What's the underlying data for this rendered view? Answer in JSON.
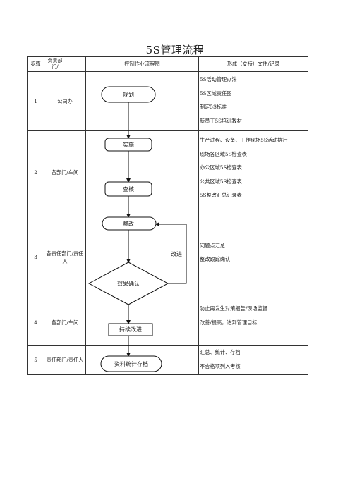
{
  "title": "5S管理流程",
  "header": {
    "step": "步骤",
    "owner": "负责部门/",
    "flow": "控制作业流程图",
    "docs": "形成（支持）文件/记录"
  },
  "rows": [
    {
      "step": "1",
      "owner": "公司办",
      "docs": [
        "5S活动管理办法",
        "5S区域责任图",
        "制定5S标准",
        "新员工5S培训教材"
      ]
    },
    {
      "step": "2",
      "owner": "各部门/车间",
      "docs": [
        "生产过程、设备、工作现场5S活动执行",
        "现场各区域5S检查表",
        "办公区域5S检查表",
        "公共区域5S检查表",
        "5S整改汇总记录表"
      ]
    },
    {
      "step": "3",
      "owner": "各责任部门/责任人",
      "docs": [
        "问题点汇总",
        "整改跟踪确认"
      ]
    },
    {
      "step": "4",
      "owner": "各部门/车间",
      "docs": [
        "防止再发生对策报告/现场监督",
        "改善/提高，达到管理目标"
      ]
    },
    {
      "step": "5",
      "owner": "责任部门/责任人",
      "docs": [
        "汇总、统计、存档",
        "不合格项列入考核"
      ]
    }
  ],
  "flow": {
    "plan": "规划",
    "implement": "实施",
    "check": "查核",
    "rectify": "整改",
    "improve_label": "改进",
    "confirm": "效果确认",
    "continuous": "持续改进",
    "archive": "资料统计存档"
  }
}
